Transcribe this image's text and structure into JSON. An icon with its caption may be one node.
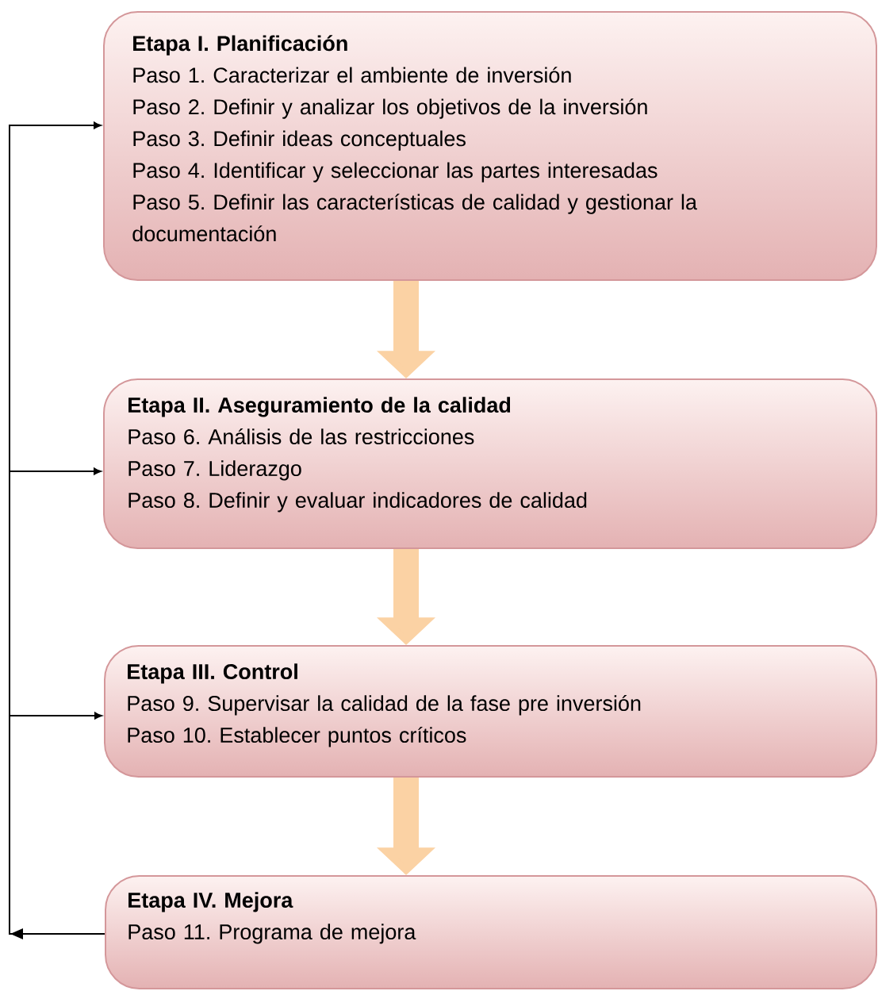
{
  "diagram": {
    "nodes": [
      {
        "text": [
          "Etapa I. Planificación",
          "Paso 1. Caracterizar el ambiente de inversión",
          "Paso 2. Definir y analizar los objetivos de la inversión",
          "Paso 3. Definir ideas conceptuales",
          "Paso 4. Identificar y seleccionar las partes interesadas",
          "Paso 5. Definir las características de calidad y gestionar la documentación"
        ]
      },
      {
        "text": [
          "Etapa II. Aseguramiento de la calidad",
          "Paso 6. Análisis de las restricciones",
          "Paso 7. Liderazgo",
          "Paso 8. Definir y evaluar indicadores de calidad"
        ]
      },
      {
        "text": [
          "Etapa III. Control",
          "Paso 9. Supervisar la calidad de la fase pre inversión",
          "Paso 10. Establecer puntos críticos"
        ]
      },
      {
        "text": [
          "Etapa IV. Mejora",
          "Paso 11. Programa de mejora"
        ]
      }
    ],
    "edges": [
      {
        "from": 0,
        "to": 1,
        "arrow": "to",
        "style": "thick",
        "color": "#fbd2a4"
      },
      {
        "from": 1,
        "to": 2,
        "arrow": "to",
        "style": "thick",
        "color": "#fbd2a4"
      },
      {
        "from": 2,
        "to": 3,
        "arrow": "to",
        "style": "thick",
        "color": "#fbd2a4"
      },
      {
        "from": 3,
        "to": 0,
        "arrow": "to",
        "color": "#000000"
      },
      {
        "from": 3,
        "to": 1,
        "arrow": "to",
        "color": "#000000"
      },
      {
        "from": 3,
        "to": 2,
        "arrow": "to",
        "color": "#000000"
      }
    ]
  }
}
